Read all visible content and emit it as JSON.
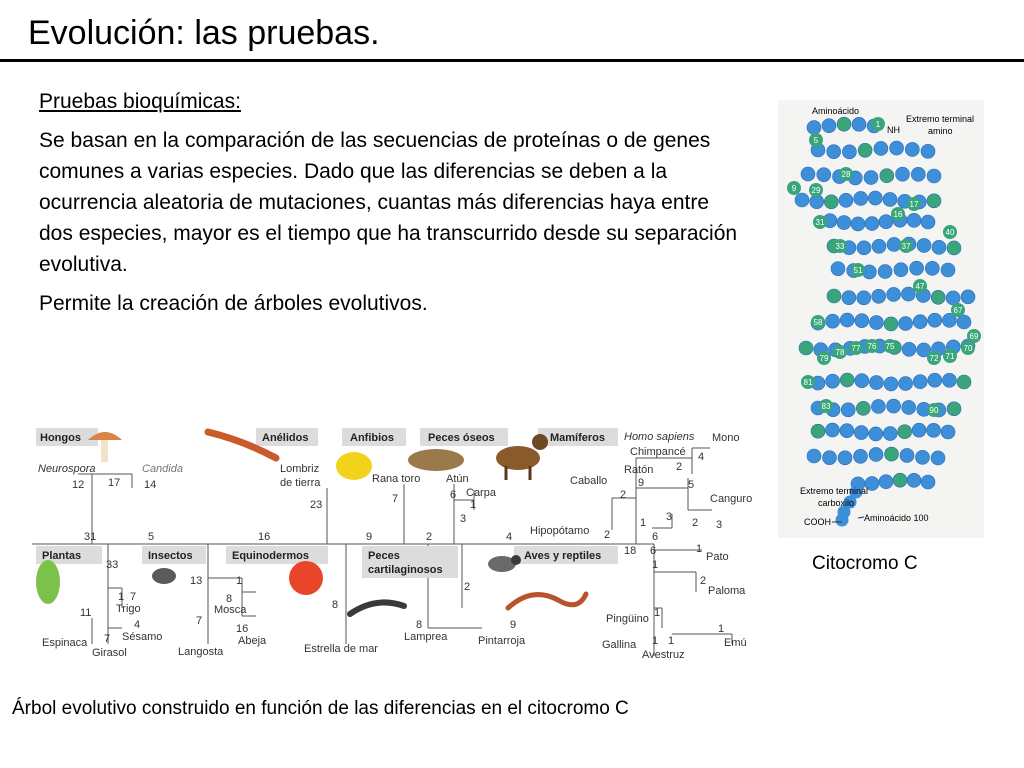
{
  "slide": {
    "title": "Evolución: las pruebas.",
    "heading": "Pruebas bioquímicas:",
    "paragraph1": "Se basan en la comparación de las secuencias de proteínas o de genes comunes a varias especies. Dado que las diferencias se deben a la ocurrencia aleatoria de mutaciones, cuantas más diferencias haya entre dos especies, mayor es el tiempo que ha transcurrido desde su separación evolutiva.",
    "paragraph2": "Permite la creación de árboles evolutivos.",
    "protein_caption": "Citocromo C",
    "tree_caption": "Árbol evolutivo construido en función de las diferencias en el citocromo C"
  },
  "protein": {
    "label_aa": "Aminoácido",
    "label_n1": "Extremo terminal",
    "label_n2": "amino",
    "label_nh2": "NH",
    "label_c1": "Extremo terminal",
    "label_c2": "carboxilo",
    "label_cooh": "COOH",
    "label_aa100": "Aminoácido 100",
    "numbered": [
      "1",
      "5",
      "28",
      "9",
      "29",
      "17",
      "16",
      "31",
      "40",
      "33",
      "37",
      "51",
      "47",
      "67",
      "58",
      "69",
      "70",
      "79",
      "78",
      "77",
      "76",
      "75",
      "72",
      "71",
      "81",
      "83",
      "90"
    ]
  },
  "tree": {
    "groups": {
      "hongos": "Hongos",
      "anelidos": "Anélidos",
      "anfibios": "Anfibios",
      "peces_oseos": "Peces óseos",
      "mamiferos": "Mamíferos",
      "plantas": "Plantas",
      "insectos": "Insectos",
      "equinodermos": "Equinodermos",
      "peces_cart_1": "Peces",
      "peces_cart_2": "cartilaginosos",
      "aves": "Aves y reptiles"
    },
    "species": {
      "neurospora": "Neurospora",
      "candida": "Candida",
      "lombriz1": "Lombriz",
      "lombriz2": "de tierra",
      "rana": "Rana toro",
      "atun": "Atún",
      "carpa": "Carpa",
      "homo": "Homo sapiens",
      "mono": "Mono",
      "chimpance": "Chimpancé",
      "raton": "Ratón",
      "caballo": "Caballo",
      "canguro": "Canguro",
      "hipopotamo": "Hipopótamo",
      "pato": "Pato",
      "paloma": "Paloma",
      "trigo": "Trigo",
      "sesamo": "Sésamo",
      "espinaca": "Espinaca",
      "girasol": "Girasol",
      "mosca": "Mosca",
      "abeja": "Abeja",
      "langosta": "Langosta",
      "estrella": "Estrella de mar",
      "lamprea": "Lamprea",
      "pintarroja": "Pintarroja",
      "pinguino": "Pingüino",
      "gallina": "Gallina",
      "avestruz": "Avestruz",
      "emu": "Emú"
    },
    "numbers": {
      "n12": "12",
      "n17": "17",
      "n14": "14",
      "n23": "23",
      "n7a": "7",
      "n6a": "6",
      "n1a": "1",
      "n3a": "3",
      "n2a": "2",
      "n4a": "4",
      "n2b": "2",
      "n9a": "9",
      "n5a": "5",
      "n2c": "2",
      "n1b": "1",
      "n3b": "3",
      "n3c": "3",
      "n2d": "2",
      "n6b": "6",
      "n31": "31",
      "n5b": "5",
      "n16a": "16",
      "n9b": "9",
      "n2e": "2",
      "n4b": "4",
      "n18": "18",
      "n6c": "6",
      "n1c": "1",
      "n1d": "1",
      "n33": "33",
      "n13": "13",
      "n1e": "1",
      "n1f": "1",
      "n7b": "7",
      "n4c": "4",
      "n11": "11",
      "n7c": "7",
      "n8a": "8",
      "n7d": "7",
      "n16b": "16",
      "n8b": "8",
      "n2f": "2",
      "n8c": "8",
      "n9c": "9",
      "n2g": "2",
      "n1g": "1",
      "n1h": "1",
      "n1i": "1",
      "n1j": "1"
    }
  },
  "colors": {
    "bead_blue": "#3d8fd9",
    "bead_green": "#3aa57a",
    "group_label_bg": "#dcdcdc",
    "mushroom": "#d9824a",
    "worm": "#c95a2a",
    "frog": "#f2d21a",
    "fish": "#9a7a4a",
    "plant": "#7cc24a",
    "starfish": "#e8452a",
    "snake": "#b8542a"
  }
}
